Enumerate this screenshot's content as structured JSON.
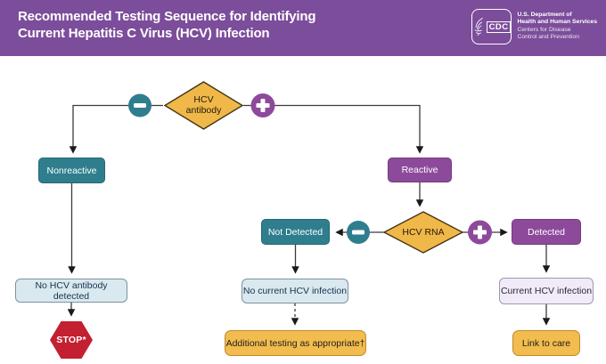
{
  "header": {
    "title_line1": "Recommended Testing Sequence for Identifying",
    "title_line2": "Current Hepatitis C Virus (HCV) Infection",
    "logo": {
      "cdc_acronym": "CDC",
      "dept_line1": "U.S. Department of",
      "dept_line2": "Health and Human Services",
      "org_line1": "Centers for Disease",
      "org_line2": "Control and Prevention"
    }
  },
  "flowchart": {
    "antibody_diamond": {
      "label": "HCV antibody"
    },
    "rna_diamond": {
      "label": "HCV RNA"
    },
    "nonreactive": {
      "label": "Nonreactive"
    },
    "reactive": {
      "label": "Reactive"
    },
    "not_detected": {
      "label": "Not Detected"
    },
    "detected": {
      "label": "Detected"
    },
    "no_antibody": {
      "label": "No HCV antibody detected"
    },
    "stop": {
      "label": "STOP*"
    },
    "no_current": {
      "label": "No current HCV infection"
    },
    "additional": {
      "label": "Additional testing as appropriate†"
    },
    "current": {
      "label": "Current HCV infection"
    },
    "link": {
      "label": "Link to care"
    },
    "icons": {
      "negative": "minus-icon",
      "positive": "plus-icon"
    }
  },
  "colors": {
    "header_purple": "#7C4D9B",
    "node_purple": "#8D4A9B",
    "node_teal": "#2F7E8E",
    "diamond_yellow": "#F0B849",
    "action_yellow": "#F2BC4E",
    "info_blue": "#D9E9EF",
    "info_lavender": "#F0EBF6",
    "stop_red": "#C32031",
    "line_color": "#3B3B3B"
  }
}
